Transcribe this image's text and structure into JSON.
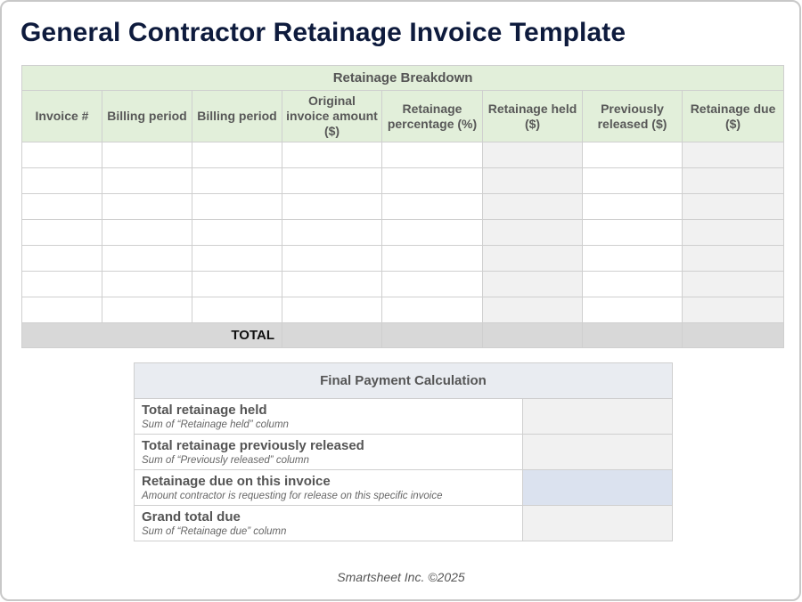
{
  "title": "General Contractor Retainage Invoice Template",
  "breakdown": {
    "band_label": "Retainage Breakdown",
    "columns": [
      "Invoice #",
      "Billing period",
      "Billing period",
      "Original invoice amount ($)",
      "Retainage percentage (%)",
      "Retainage held ($)",
      "Previously released ($)",
      "Retainage due ($)"
    ],
    "rows": [
      [
        "",
        "",
        "",
        "",
        "",
        "",
        "",
        ""
      ],
      [
        "",
        "",
        "",
        "",
        "",
        "",
        "",
        ""
      ],
      [
        "",
        "",
        "",
        "",
        "",
        "",
        "",
        ""
      ],
      [
        "",
        "",
        "",
        "",
        "",
        "",
        "",
        ""
      ],
      [
        "",
        "",
        "",
        "",
        "",
        "",
        "",
        ""
      ],
      [
        "",
        "",
        "",
        "",
        "",
        "",
        "",
        ""
      ],
      [
        "",
        "",
        "",
        "",
        "",
        "",
        "",
        ""
      ]
    ],
    "total_label": "TOTAL",
    "totals": [
      "",
      "",
      "",
      "",
      ""
    ]
  },
  "final": {
    "header": "Final Payment Calculation",
    "rows": [
      {
        "label": "Total retainage held",
        "sub": "Sum of “Retainage held” column",
        "value": ""
      },
      {
        "label": "Total retainage previously released",
        "sub": "Sum of “Previously released” column",
        "value": ""
      },
      {
        "label": "Retainage due on this invoice",
        "sub": "Amount contractor is requesting for release on this specific invoice",
        "value": ""
      },
      {
        "label": "Grand total due",
        "sub": "Sum of “Retainage due” column",
        "value": ""
      }
    ]
  },
  "footer": "Smartsheet Inc. ©2025",
  "colors": {
    "title": "#0e1b3d",
    "header_green": "#e2efda",
    "calc_shade": "#f1f1f1",
    "total_row": "#d8d8d8",
    "final_header": "#e9ecf1",
    "input_highlight": "#dbe2ef"
  }
}
